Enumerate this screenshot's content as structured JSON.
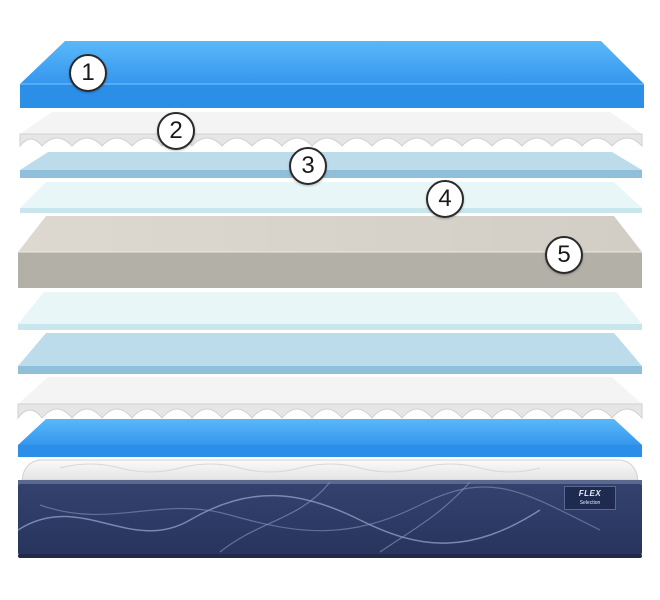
{
  "labels": {
    "layer_1": "1",
    "layer_2": "2",
    "layer_3": "3",
    "layer_4": "4",
    "layer_5": "5"
  },
  "brand": {
    "name": "FLEX",
    "line": "Selection"
  },
  "colors": {
    "blue_top": "#3ea2f2",
    "blue_side": "#2a8ee8",
    "white_foam": "#f2f2f2",
    "light_blue": "#b8d8ea",
    "pale_cyan": "#e8f6f8",
    "taupe_top": "#d9d5cd",
    "taupe_side": "#b3b0a8",
    "navy_cover": "#2f3d6a"
  }
}
